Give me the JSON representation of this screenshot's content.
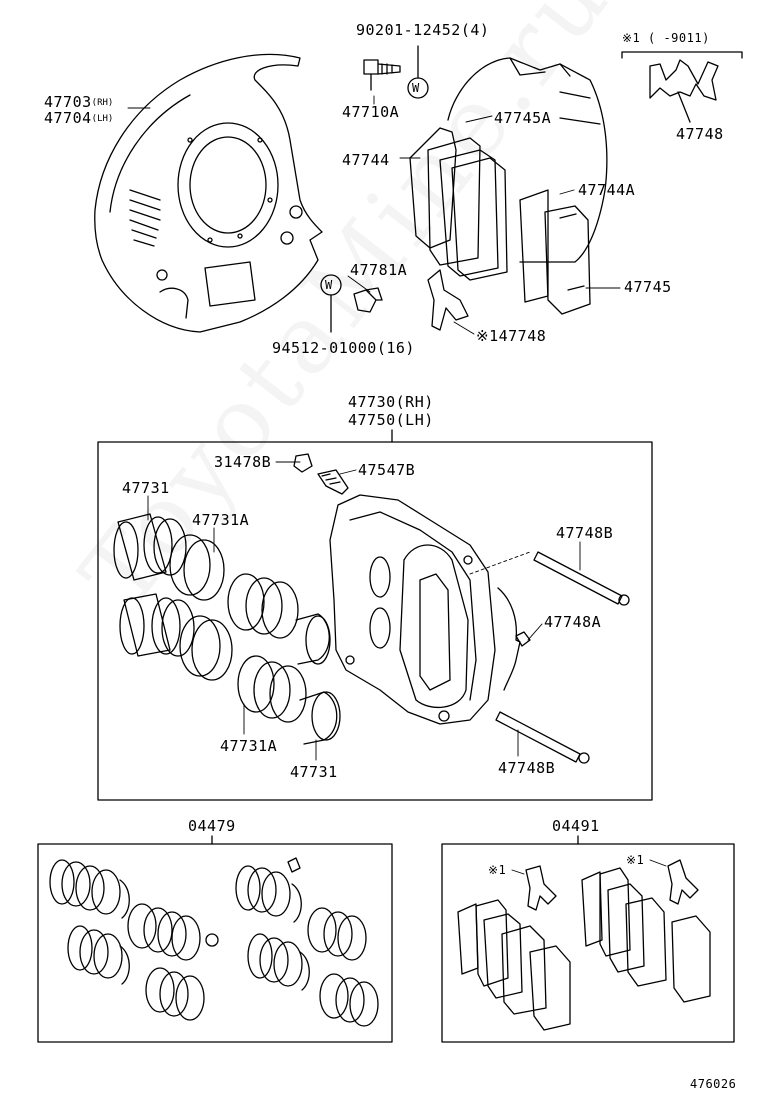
{
  "diagram_id": "476026",
  "watermark": "ToyotaMine.ru",
  "top_section": {
    "bolt_spec": "90201-12452(4)",
    "dust_cover_rh": "47703",
    "dust_cover_rh_tag": "(RH)",
    "dust_cover_lh": "47704",
    "dust_cover_lh_tag": "(LH)",
    "bolt_47710a": "47710A",
    "anti_squeal_shim_a": "47745A",
    "pad_47744": "47744",
    "pad_47744a": "47744A",
    "shim_47745": "47745",
    "bolt_47781a": "47781A",
    "bolt_spec_2": "94512-01000(16)",
    "clip_note": "※147748",
    "clip_inset_note": "※1 (    -9011)",
    "clip_inset_part": "47748",
    "washer_mark": "W"
  },
  "caliper_section": {
    "caliper_rh": "47730(RH)",
    "caliper_lh": "47750(LH)",
    "cap_31478b": "31478B",
    "bleeder_47547b": "47547B",
    "piston_47731_top": "47731",
    "seal_47731a_top": "47731A",
    "pin_47748b_top": "47748B",
    "spring_47748a": "47748A",
    "seal_47731a_bottom": "47731A",
    "piston_47731_bottom": "47731",
    "pin_47748b_bottom": "47748B"
  },
  "kits": {
    "seal_kit": "04479",
    "pad_kit": "04491",
    "pad_kit_note_left": "※1",
    "pad_kit_note_right": "※1"
  }
}
